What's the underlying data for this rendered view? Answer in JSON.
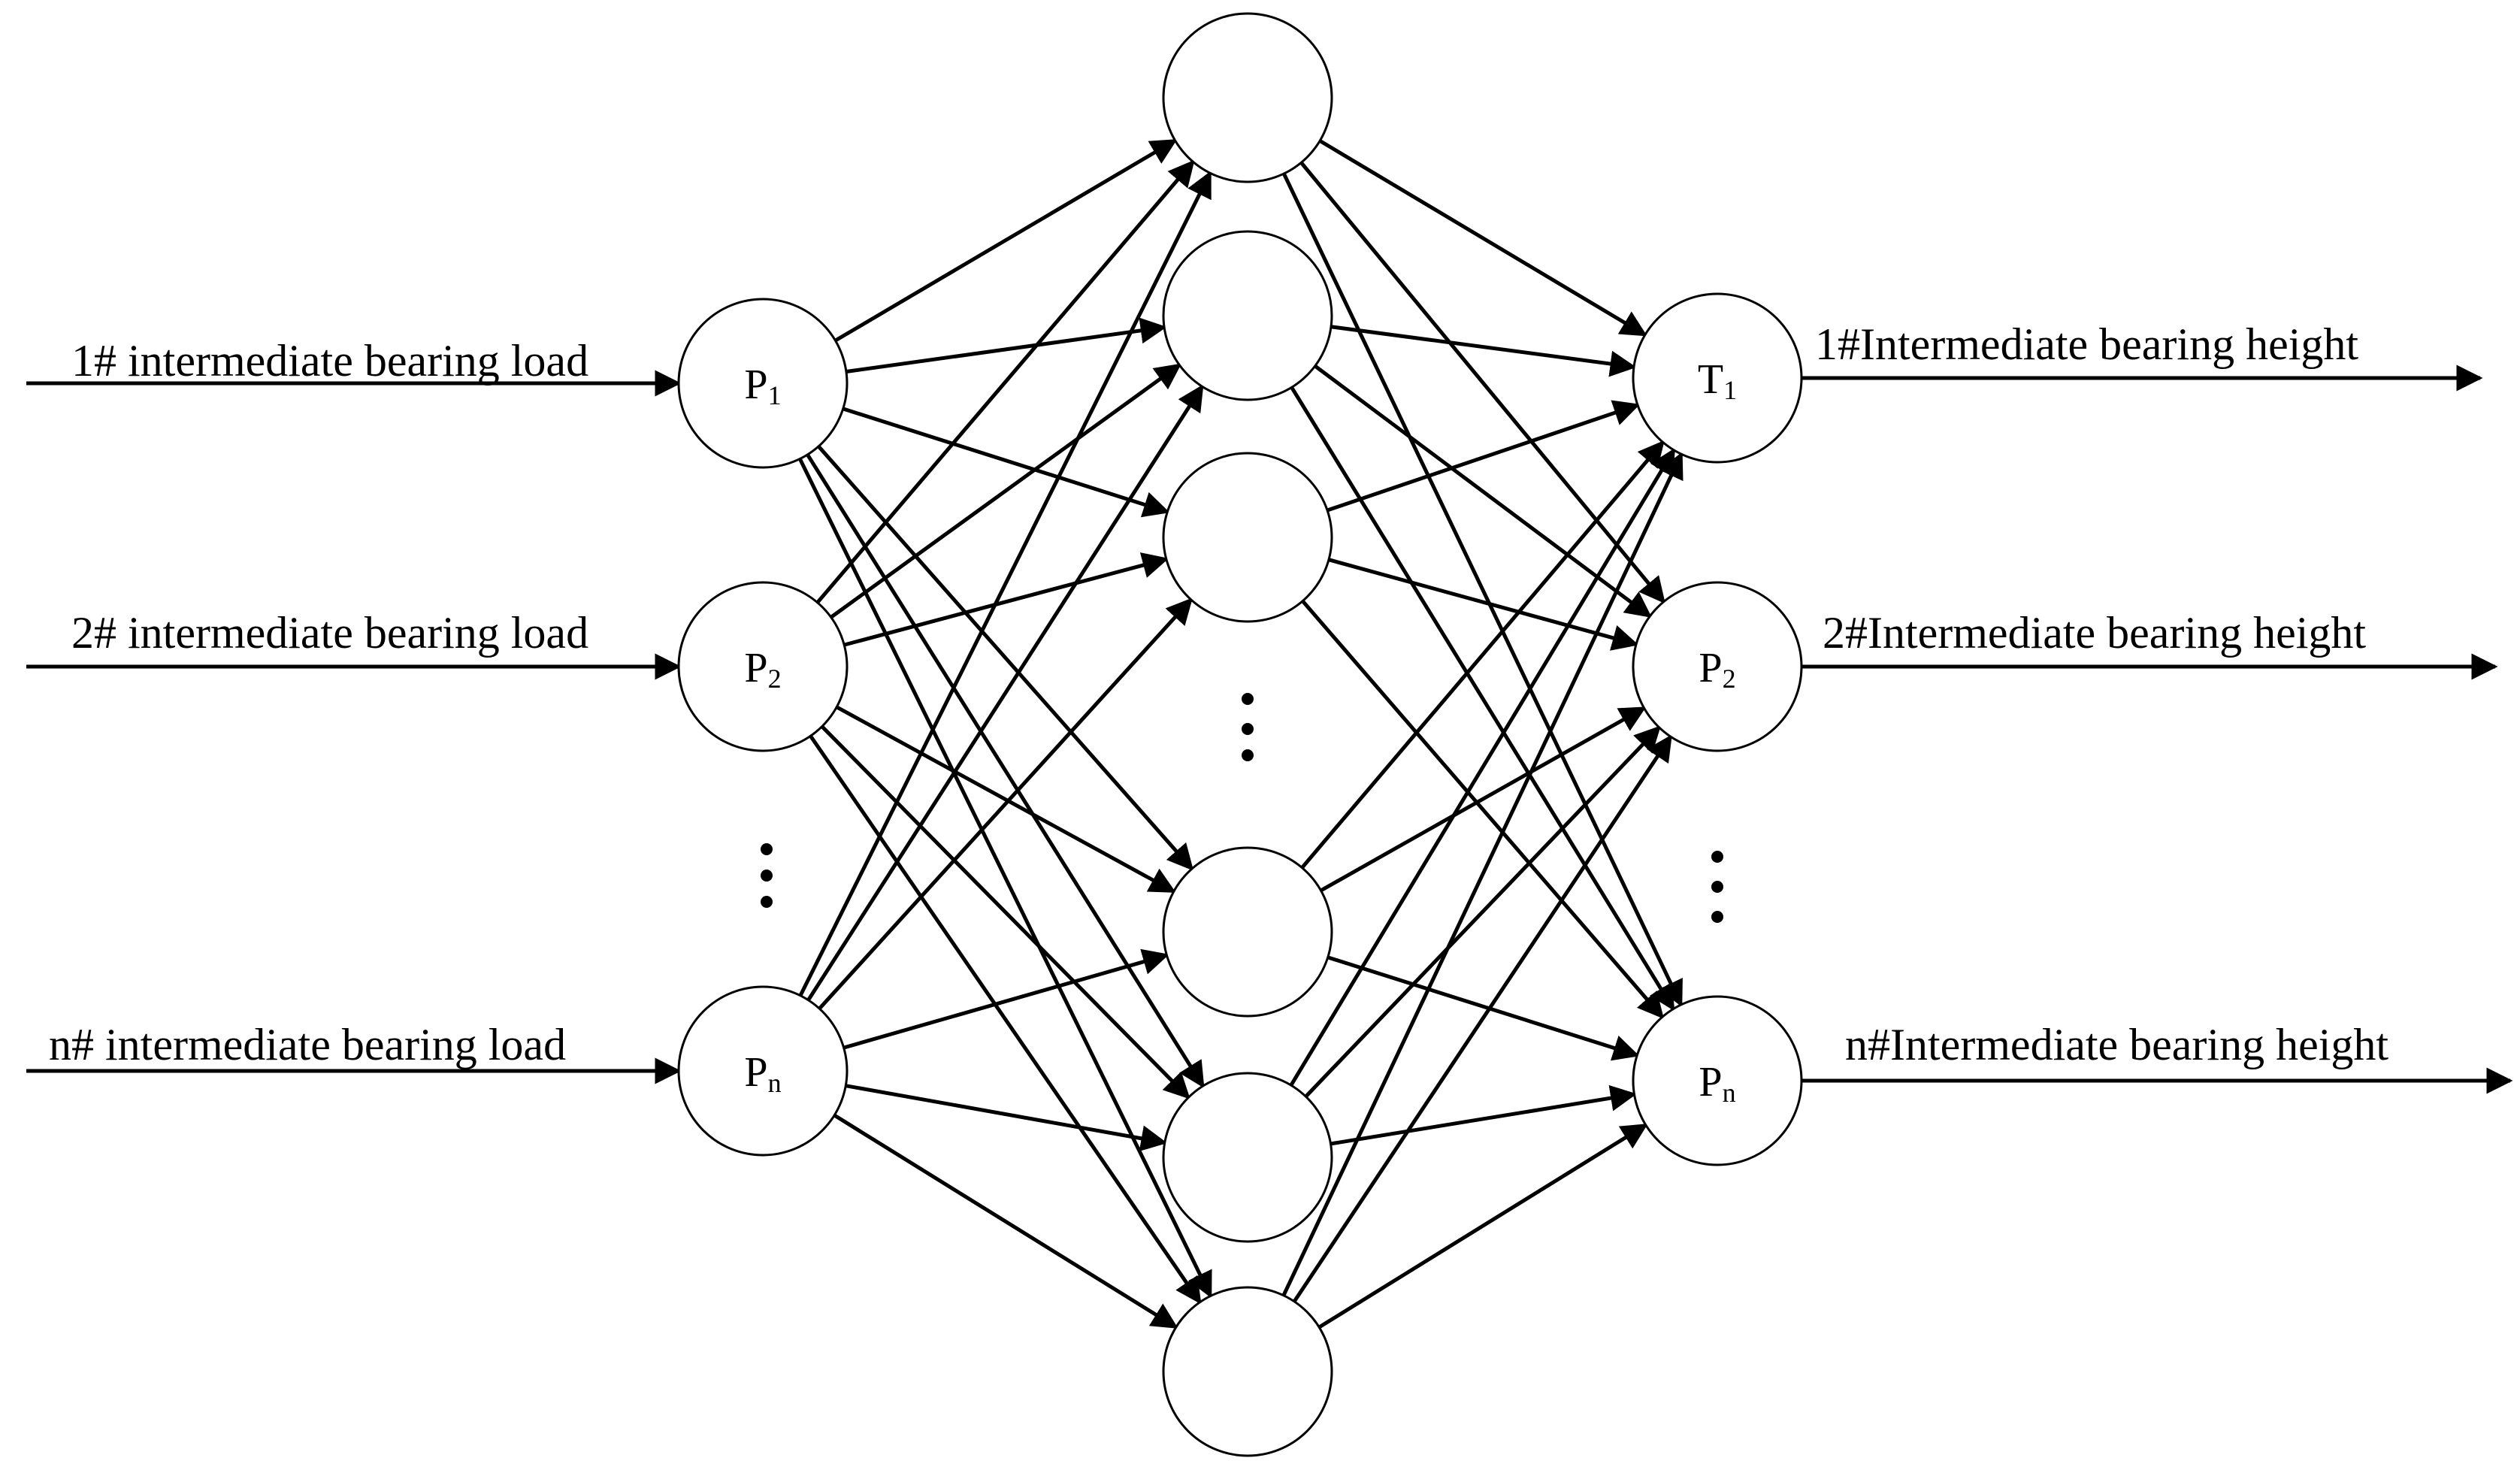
{
  "colors": {
    "stroke": "#000000",
    "background": "#ffffff"
  },
  "input_layer": {
    "nodes": [
      {
        "id": "in1",
        "letter": "P",
        "sub": "1",
        "input_label": "1# intermediate bearing load"
      },
      {
        "id": "in2",
        "letter": "P",
        "sub": "2",
        "input_label": "2# intermediate bearing load"
      },
      {
        "id": "inN",
        "letter": "P",
        "sub": "n",
        "input_label": "n# intermediate bearing load"
      }
    ],
    "ellipsis": "⋮"
  },
  "hidden_layer": {
    "node_count": 6,
    "ellipsis": "⋮"
  },
  "output_layer": {
    "nodes": [
      {
        "id": "out1",
        "letter": "T",
        "sub": "1",
        "output_label": "1#Intermediate bearing height"
      },
      {
        "id": "out2",
        "letter": "P",
        "sub": "2",
        "output_label": "2#Intermediate bearing height"
      },
      {
        "id": "outN",
        "letter": "P",
        "sub": "n",
        "output_label": "n#Intermediate bearing height"
      }
    ],
    "ellipsis": "⋮"
  },
  "connections": "fully-connected"
}
